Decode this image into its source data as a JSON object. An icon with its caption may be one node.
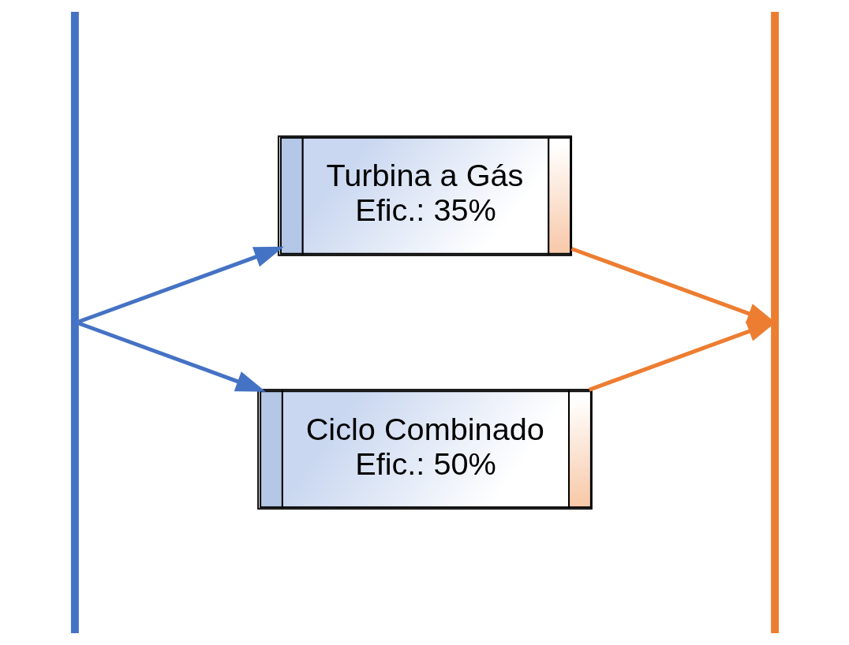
{
  "diagram": {
    "nodes": [
      {
        "text": [],
        "shape": "bar"
      },
      {
        "text": [
          "Turbina a Gás",
          "Efic.: 35%"
        ]
      },
      {
        "text": [
          "Ciclo Combinado",
          "Efic.: 50%"
        ]
      },
      {
        "text": [],
        "shape": "bar"
      }
    ],
    "edges": [
      {
        "from": 0,
        "to": 1,
        "arrow": "to",
        "color": "#4472c4"
      },
      {
        "from": 0,
        "to": 2,
        "arrow": "to",
        "color": "#4472c4"
      },
      {
        "from": 1,
        "to": 3,
        "arrow": "to",
        "color": "#ed7d31"
      },
      {
        "from": 2,
        "to": 3,
        "arrow": "to",
        "color": "#ed7d31"
      }
    ]
  }
}
